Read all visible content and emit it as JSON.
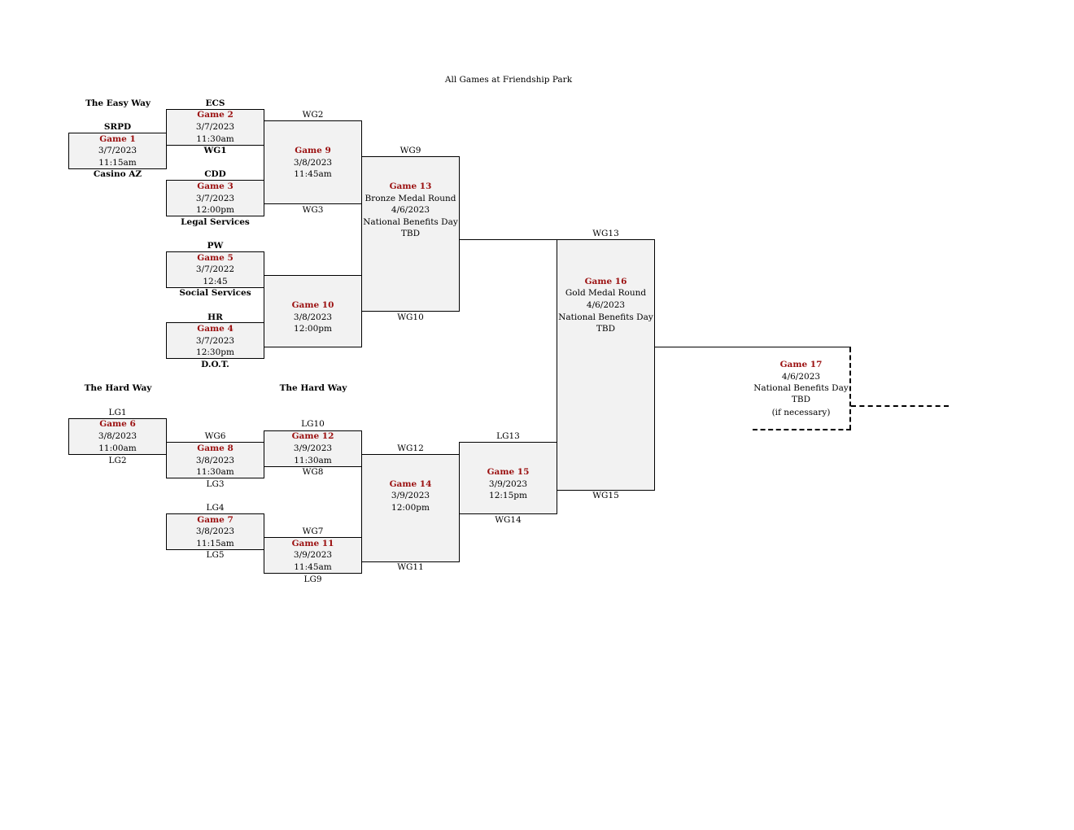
{
  "header": "All Games at Friendship Park",
  "sections": {
    "easy_way_left": "The Easy Way",
    "hard_way_left": "The Hard Way",
    "hard_way_mid": "The Hard Way"
  },
  "games": {
    "g1": {
      "title": "Game 1",
      "lines": [
        "3/7/2023",
        "11:15am"
      ]
    },
    "g2": {
      "title": "Game 2",
      "lines": [
        "3/7/2023",
        "11:30am"
      ]
    },
    "g3": {
      "title": "Game 3",
      "lines": [
        "3/7/2023",
        "12:00pm"
      ]
    },
    "g4": {
      "title": "Game 4",
      "lines": [
        "3/7/2023",
        "12:30pm"
      ]
    },
    "g5": {
      "title": "Game 5",
      "lines": [
        "3/7/2022",
        "12:45"
      ]
    },
    "g6": {
      "title": "Game 6",
      "lines": [
        "3/8/2023",
        "11:00am"
      ]
    },
    "g7": {
      "title": "Game 7",
      "lines": [
        "3/8/2023",
        "11:15am"
      ]
    },
    "g8": {
      "title": "Game 8",
      "lines": [
        "3/8/2023",
        "11:30am"
      ]
    },
    "g9": {
      "title": "Game 9",
      "lines": [
        "3/8/2023",
        "11:45am"
      ]
    },
    "g10": {
      "title": "Game 10",
      "lines": [
        "3/8/2023",
        "12:00pm"
      ]
    },
    "g11": {
      "title": "Game 11",
      "lines": [
        "3/9/2023",
        "11:45am"
      ]
    },
    "g12": {
      "title": "Game 12",
      "lines": [
        "3/9/2023",
        "11:30am"
      ]
    },
    "g13": {
      "title": "Game 13",
      "lines": [
        "Bronze Medal Round",
        "4/6/2023",
        "National Benefits Day",
        "TBD"
      ]
    },
    "g14": {
      "title": "Game 14",
      "lines": [
        "3/9/2023",
        "12:00pm"
      ]
    },
    "g15": {
      "title": "Game 15",
      "lines": [
        "3/9/2023",
        "12:15pm"
      ]
    },
    "g16": {
      "title": "Game 16",
      "lines": [
        "Gold Medal Round",
        "4/6/2023",
        "National Benefits Day",
        "TBD"
      ]
    },
    "g17": {
      "title": "Game 17",
      "lines": [
        "4/6/2023",
        "National Benefits Day",
        "TBD",
        "(if necessary)"
      ]
    }
  },
  "slots": {
    "g1_top": "SRPD",
    "g1_bottom": "Casino AZ",
    "g2_top": "ECS",
    "g2_bottom": "WG1",
    "g3_top": "CDD",
    "g3_bottom": "Legal Services",
    "g5_top": "PW",
    "g5_bottom": "Social Services",
    "g4_top": "HR",
    "g4_bottom": "D.O.T.",
    "g9_top": "WG2",
    "g9_bottom": "WG3",
    "g13_top": "WG9",
    "g13_bottom": "WG10",
    "g16_top": "WG13",
    "g16_bottom": "WG15",
    "g6_top": "LG1",
    "g6_bottom": "LG2",
    "g8_top": "WG6",
    "g8_bottom": "LG3",
    "g7_top": "LG4",
    "g7_bottom": "LG5",
    "g12_top": "LG10",
    "g12_bottom": "WG8",
    "g11_top": "WG7",
    "g11_bottom": "LG9",
    "g14_top": "WG12",
    "g14_bottom": "WG11",
    "g15_top": "LG13",
    "g15_bottom": "WG14"
  }
}
